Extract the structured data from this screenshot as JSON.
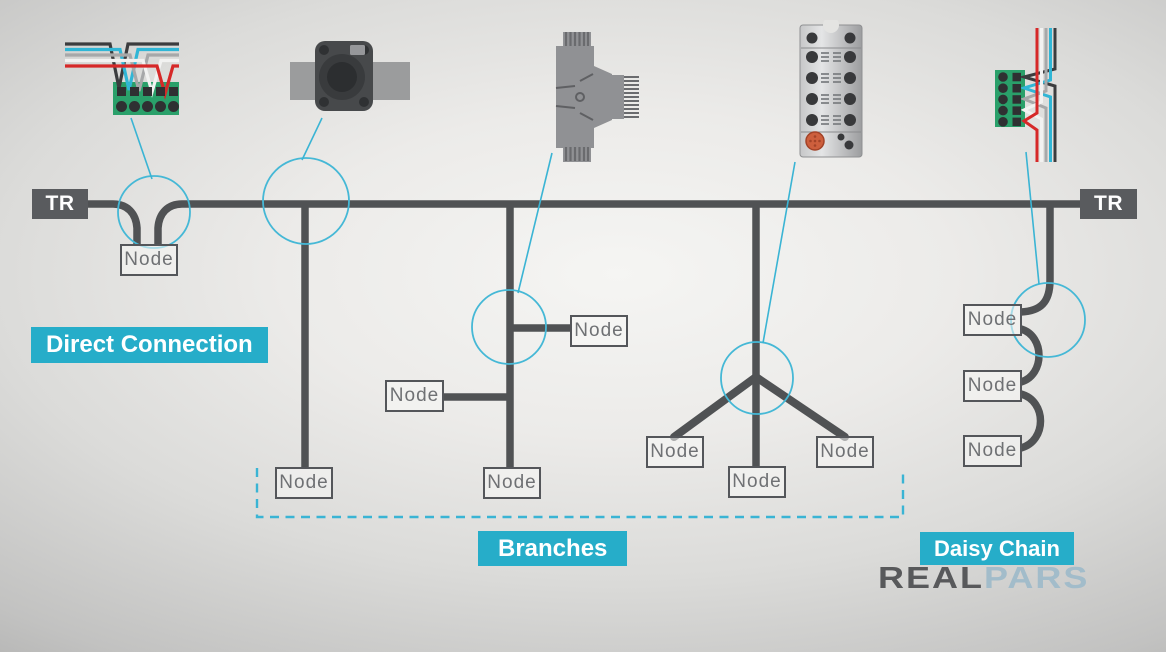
{
  "title": "Industrial network trunk connection types diagram",
  "terminators": {
    "left": "TR",
    "right": "TR"
  },
  "sections": {
    "direct_connection": {
      "label": "Direct Connection"
    },
    "branches": {
      "label": "Branches"
    },
    "daisy_chain": {
      "label": "Daisy Chain"
    }
  },
  "nodes": [
    {
      "id": "direct",
      "label": "Node"
    },
    {
      "id": "branch-1",
      "label": "Node"
    },
    {
      "id": "branch-2-left",
      "label": "Node"
    },
    {
      "id": "branch-2-right",
      "label": "Node"
    },
    {
      "id": "branch-2-bottom",
      "label": "Node"
    },
    {
      "id": "star-left",
      "label": "Node"
    },
    {
      "id": "star-center",
      "label": "Node"
    },
    {
      "id": "star-right",
      "label": "Node"
    },
    {
      "id": "daisy-1",
      "label": "Node"
    },
    {
      "id": "daisy-2",
      "label": "Node"
    },
    {
      "id": "daisy-3",
      "label": "Node"
    }
  ],
  "brand": {
    "real": "REAL",
    "pars": "PARS"
  },
  "icons": [
    "drop-cable-connector-icon",
    "field-sensor-icon",
    "t-connector-icon",
    "io-block-icon",
    "terminal-block-icon"
  ],
  "colors": {
    "accent_cyan": "#26adc9",
    "highlight_circle_cyan": "#45b8d6",
    "line_gray": "#505254",
    "terminator_gray": "#595b5e",
    "node_text_gray": "#6f7174",
    "terminal_green": "#2aa06a",
    "wire_red": "#d62828",
    "wire_cyan": "#30b6d6",
    "wire_black": "#3b3c3e",
    "wire_white": "#f2f2f1",
    "wire_gray": "#a7a8a9",
    "logo_gray": "#58595b",
    "logo_blue": "#a2bcca",
    "io_connector_orange": "#cd5f3d"
  }
}
